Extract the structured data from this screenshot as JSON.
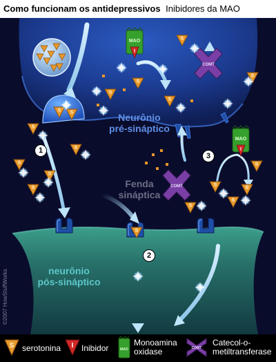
{
  "header": {
    "title": "Como funcionam os antidepressivos",
    "subtitle": "Inibidores da MAO"
  },
  "labels": {
    "presynaptic": [
      "Neurônio",
      "pré-sináptico"
    ],
    "cleft": [
      "Fenda",
      "sináptica"
    ],
    "postsynaptic": [
      "neurônio",
      "pós-sináptico"
    ]
  },
  "steps": [
    "1",
    "2",
    "3"
  ],
  "shape_text": {
    "mao": "MAO",
    "comt": "COMT",
    "serotonin_mark": "S",
    "inhibitor_mark": "I"
  },
  "copyright": "©2007 HowStuffWorks",
  "legend": {
    "serotonin": "serotonina",
    "inhibitor": "Inibidor",
    "mao": [
      "Monoamina",
      "oxidase"
    ],
    "comt": [
      "Catecol-o-",
      "metiltransferase"
    ]
  },
  "colors": {
    "background": "#0a0c2c",
    "presynaptic_neuron": "#1c3f9a",
    "postsynaptic_neuron": "#2f8a7c",
    "arrow": "#a9d8f2",
    "serotonin": "#e89a2c",
    "inhibitor": "#d22828",
    "mao": "#36a02c",
    "comt": "#7a3fa6",
    "presynaptic_label": "#5f8fe6",
    "cleft_label": "#6b6f84",
    "postsynaptic_label": "#5cc7c8"
  }
}
